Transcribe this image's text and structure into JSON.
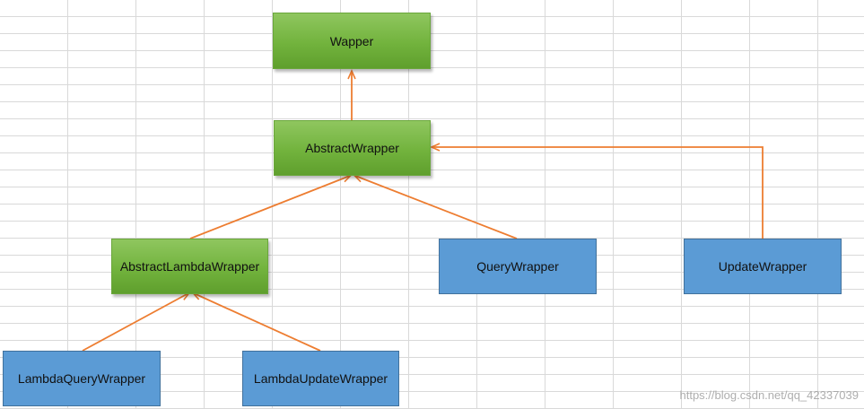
{
  "nodes": {
    "wapper": "Wapper",
    "abstract_wrapper": "AbstractWrapper",
    "abstract_lambda_wrapper": "AbstractLambdaWrapper",
    "query_wrapper": "QueryWrapper",
    "update_wrapper": "UpdateWrapper",
    "lambda_query_wrapper": "LambdaQueryWrapper",
    "lambda_update_wrapper": "LambdaUpdateWrapper"
  },
  "edges": [
    {
      "from": "abstract_wrapper",
      "to": "wapper"
    },
    {
      "from": "abstract_lambda_wrapper",
      "to": "abstract_wrapper"
    },
    {
      "from": "query_wrapper",
      "to": "abstract_wrapper"
    },
    {
      "from": "update_wrapper",
      "to": "abstract_wrapper"
    },
    {
      "from": "lambda_query_wrapper",
      "to": "abstract_lambda_wrapper"
    },
    {
      "from": "lambda_update_wrapper",
      "to": "abstract_lambda_wrapper"
    }
  ],
  "colors": {
    "green_box": "#72b33d",
    "blue_box": "#5b9bd5",
    "arrow": "#ed7d31",
    "grid_line": "#d9d9d9"
  },
  "watermark": "https://blog.csdn.net/qq_42337039"
}
